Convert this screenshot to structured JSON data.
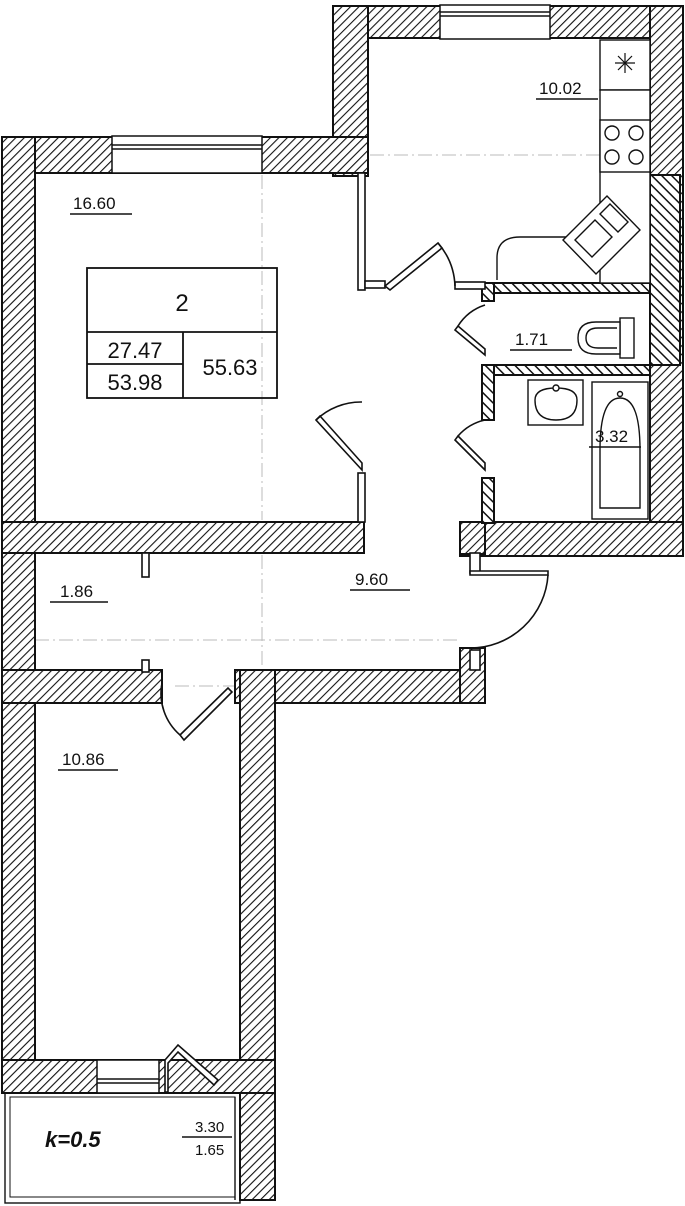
{
  "rooms": {
    "living_room_area": "16.60",
    "kitchen_area": "10.02",
    "toilet_area": "1.71",
    "bathroom_area": "3.32",
    "corridor_area": "1.86",
    "hall_area": "9.60",
    "bedroom_area": "10.86"
  },
  "summary": {
    "room_count": "2",
    "living_area": "27.47",
    "area_without_balcony": "53.98",
    "total_area": "55.63"
  },
  "balcony": {
    "coefficient": "k=0.5",
    "area": "3.30",
    "reduced_area": "1.65"
  },
  "colors": {
    "wall": "#111111",
    "hatch": "#111111",
    "background": "#ffffff"
  }
}
